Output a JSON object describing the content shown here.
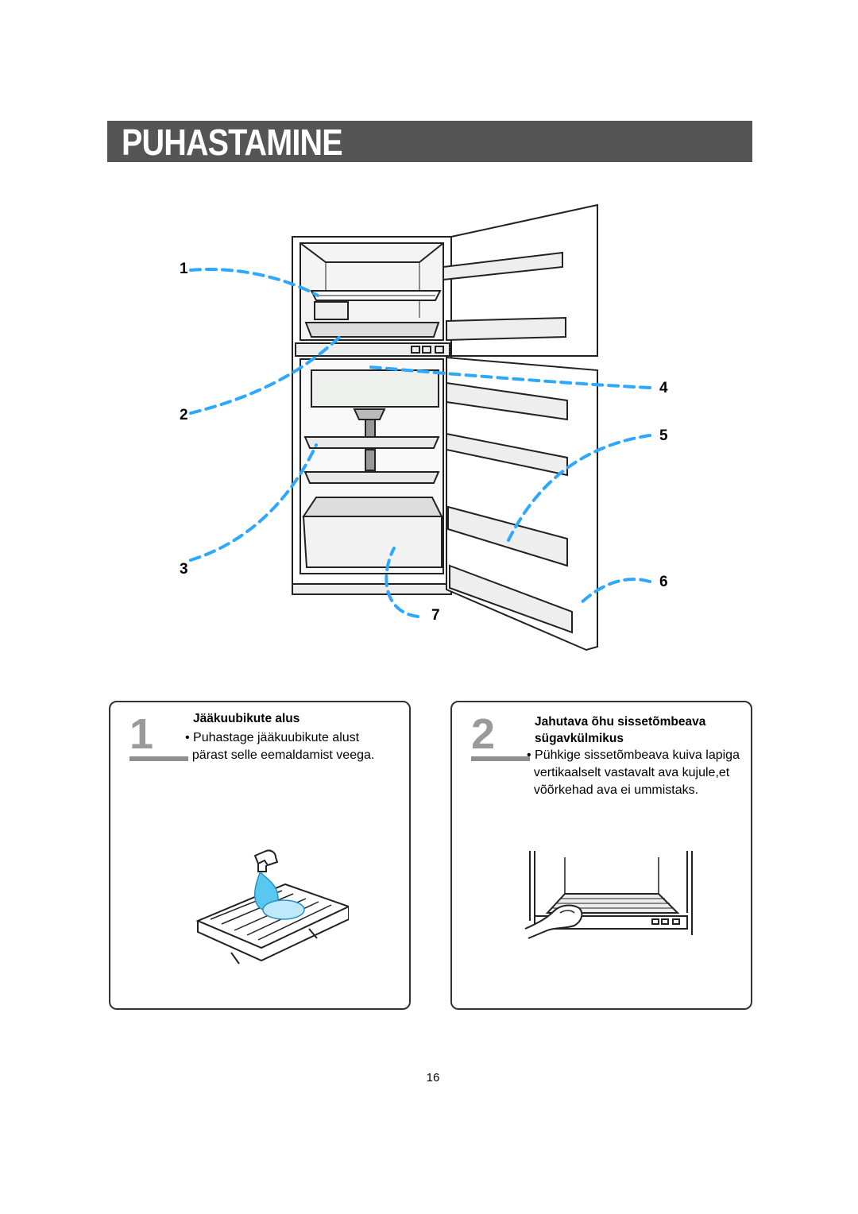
{
  "title": "PUHASTAMINE",
  "callouts": [
    "1",
    "2",
    "3",
    "4",
    "5",
    "6",
    "7"
  ],
  "sections": [
    {
      "number": "1",
      "heading": "Jääkuubikute alus",
      "lines": [
        "• Puhastage jääkuubikute alust",
        "  pärast selle eemaldamist veega."
      ]
    },
    {
      "number": "2",
      "heading_line1": "Jahutava õhu sissetõmbeava",
      "heading_line2": "sügavkülmikus",
      "lines": [
        "• Pühkige sissetõmbeava kuiva lapiga",
        "  vertikaalselt vastavalt ava kujule,et",
        "  võõrkehad ava ei ummistaks."
      ]
    }
  ],
  "page_number": "16",
  "colors": {
    "title_bar": "#555555",
    "callout_line": "#2ea8ff",
    "water": "#59c8f0"
  }
}
